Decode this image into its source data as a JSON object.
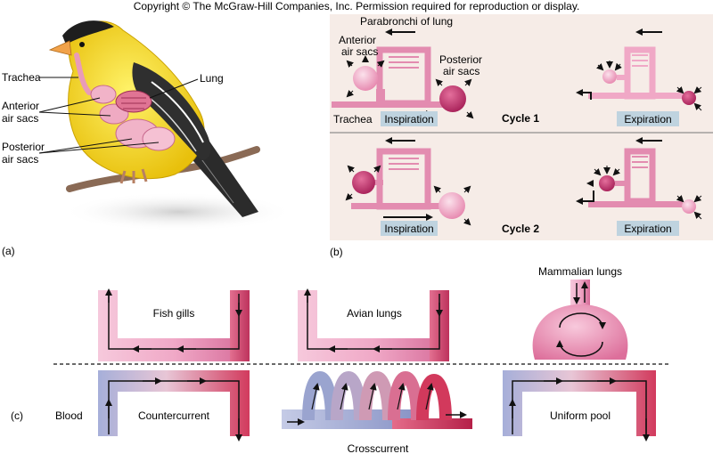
{
  "copyright": "Copyright © The McGraw-Hill Companies, Inc. Permission required for reproduction or display.",
  "panel_a": {
    "label": "(a)",
    "trachea": "Trachea",
    "lung": "Lung",
    "anterior_1": "Anterior",
    "anterior_2": "air sacs",
    "posterior_1": "Posterior",
    "posterior_2": "air sacs"
  },
  "panel_b": {
    "label": "(b)",
    "parabronchi": "Parabronchi of lung",
    "anterior_1": "Anterior",
    "anterior_2": "air sacs",
    "posterior_1": "Posterior",
    "posterior_2": "air sacs",
    "trachea": "Trachea",
    "inspiration": "Inspiration",
    "expiration": "Expiration",
    "cycle1": "Cycle 1",
    "cycle2": "Cycle 2"
  },
  "panel_c": {
    "label": "(c)",
    "blood": "Blood",
    "fish_gills": "Fish gills",
    "countercurrent": "Countercurrent",
    "avian_lungs": "Avian lungs",
    "crosscurrent": "Crosscurrent",
    "mammalian_lungs": "Mammalian lungs",
    "uniform_pool": "Uniform pool"
  },
  "colors": {
    "pink": "#eba9c6",
    "pink_dark": "#c23d76",
    "blue": "#9aa4cf",
    "red": "#d2395c",
    "label_box": "#bfd3df",
    "panel_b_bg": "#f6ece7"
  }
}
